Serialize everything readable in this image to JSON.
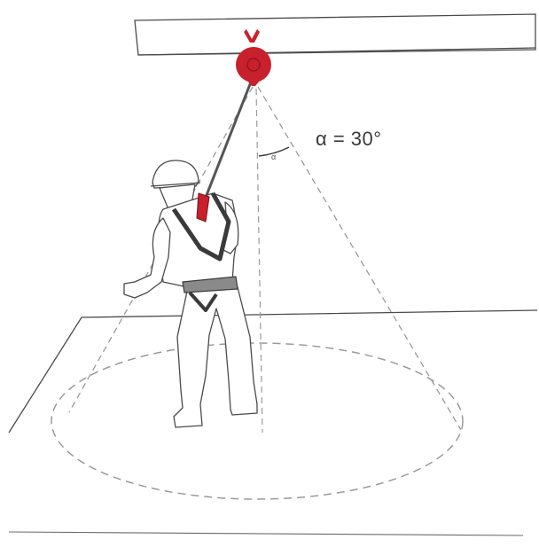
{
  "angle": {
    "label": "α = 30°",
    "marker": "α",
    "value_deg": 30
  },
  "colors": {
    "device": "#c8202c",
    "line": "#555555",
    "dashed": "#9a9a9a",
    "strap": "#4a4a4a"
  },
  "icons": {
    "anchor_device": "self-retracting-lifeline-icon",
    "worker": "worker-with-harness-icon"
  }
}
